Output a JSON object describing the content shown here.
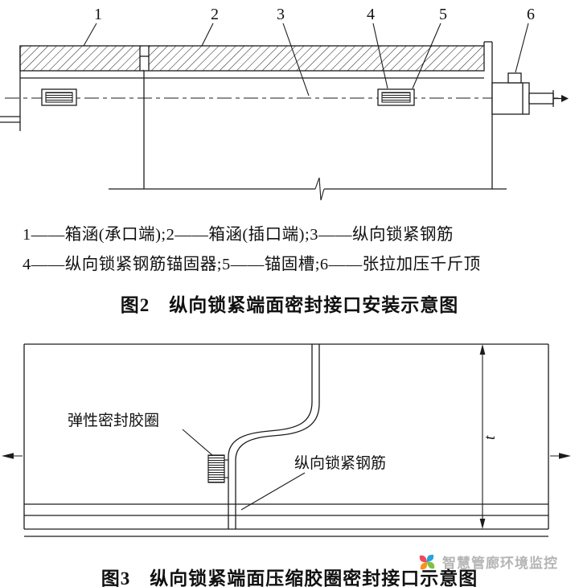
{
  "fig2": {
    "callouts": [
      "1",
      "2",
      "3",
      "4",
      "5",
      "6"
    ],
    "legend": {
      "line1": "1——箱涵(承口端);2——箱涵(插口端);3——纵向锁紧钢筋",
      "line2": "4——纵向锁紧钢筋锚固器;5——锚固槽;6——张拉加压千斤顶"
    },
    "caption": "图2　纵向锁紧端面密封接口安装示意图"
  },
  "fig3": {
    "labels": {
      "seal_ring": "弹性密封胶圈",
      "lock_bar": "纵向锁紧钢筋",
      "thickness": "t"
    },
    "caption": "图3　纵向锁紧端面压缩胶圈密封接口示意图"
  },
  "watermark": {
    "text": "智慧管廊环境监控"
  },
  "colors": {
    "line": "#1c1c1c",
    "watermark_text": "#b5b5b5",
    "logo_blue": "#29a3e0",
    "logo_green": "#7dc242",
    "logo_orange": "#f7941e",
    "logo_red": "#ed4b59"
  }
}
